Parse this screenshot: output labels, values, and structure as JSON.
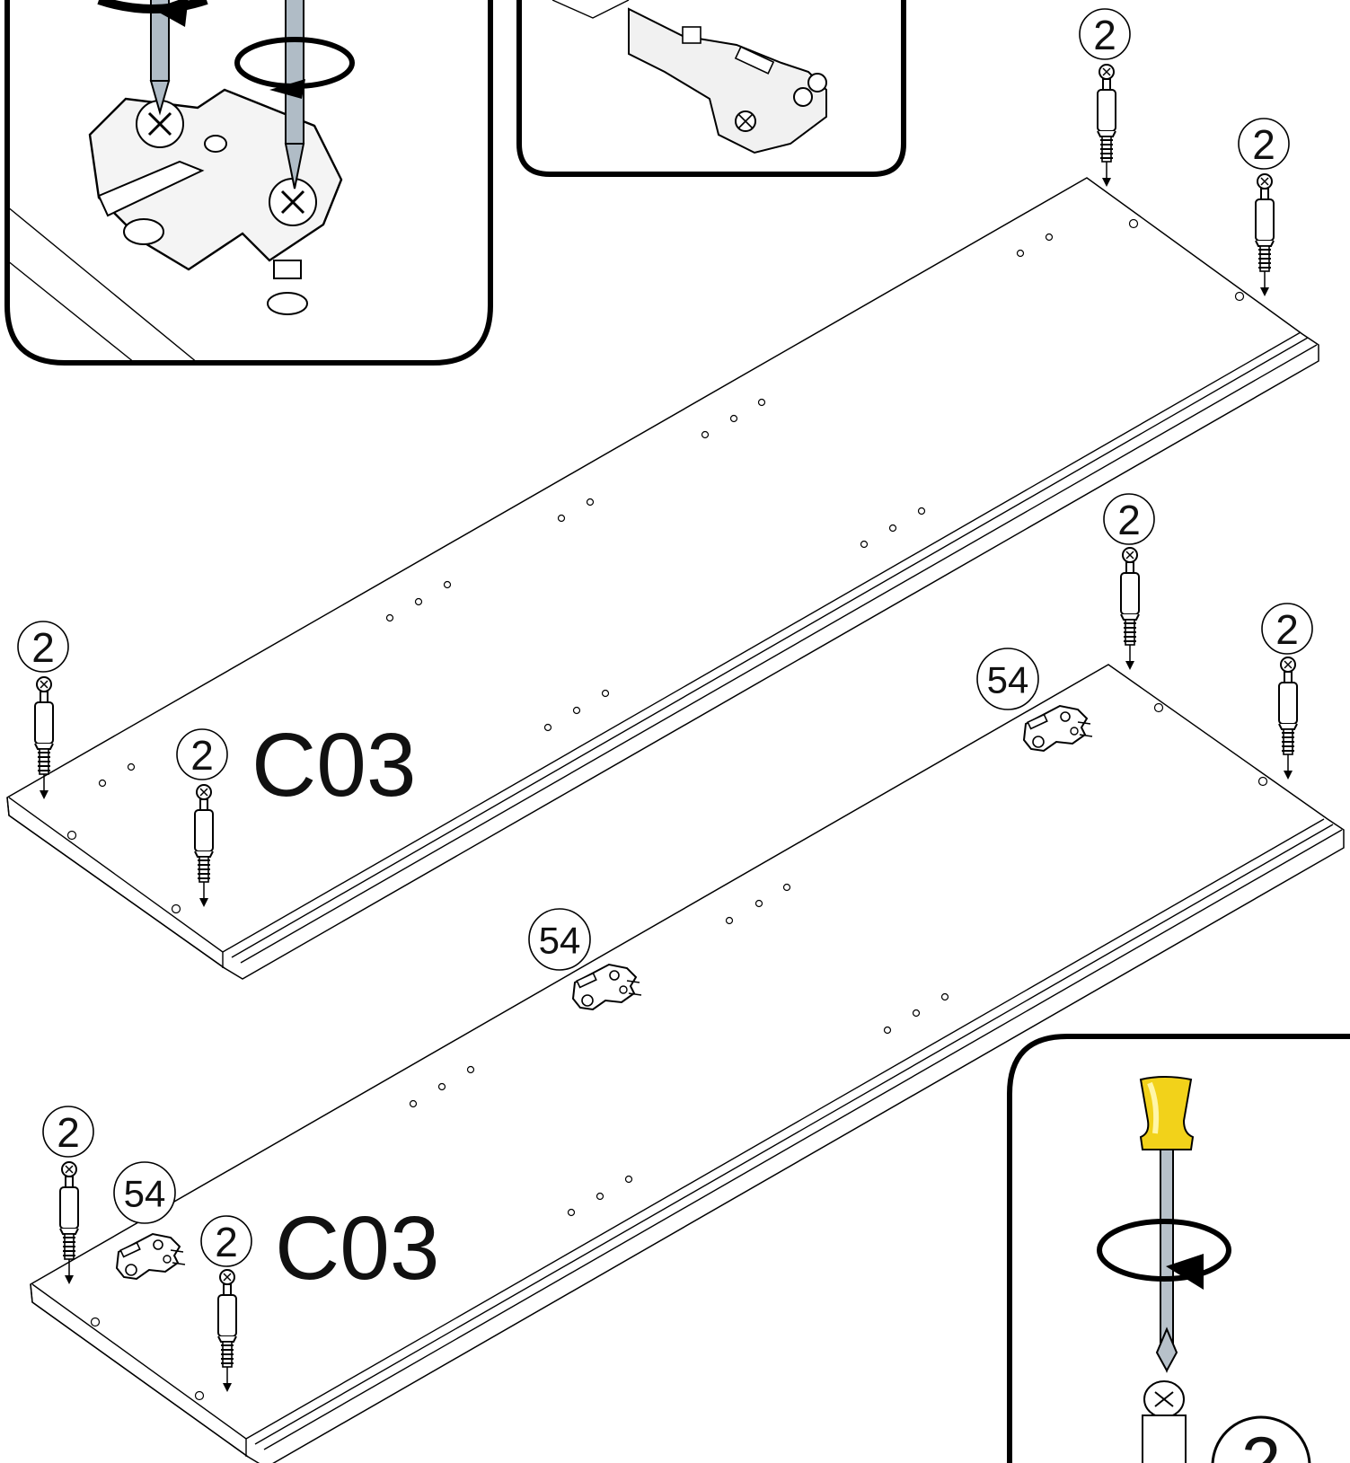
{
  "labels": {
    "panel_top": "C03",
    "panel_bottom": "C03"
  },
  "badges": {
    "cam_bolt": "2",
    "hinge_plate": "54"
  },
  "colors": {
    "screwdriver_handle": "#f2d21a",
    "handle_highlight": "#fff6a8",
    "shaft": "#9aa6b2"
  },
  "icons": [
    "cam-bolt-icon",
    "hinge-plate-icon",
    "screwdriver-icon",
    "rotation-arrow-icon"
  ]
}
